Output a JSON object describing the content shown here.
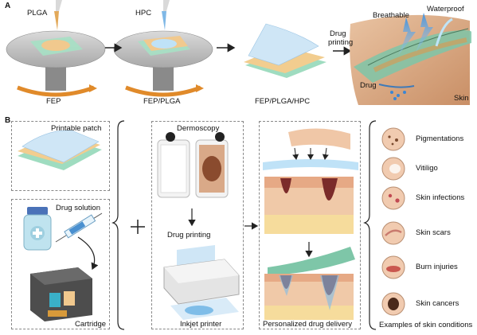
{
  "panel_a": {
    "letter": "A",
    "plga": "PLGA",
    "hpc": "HPC",
    "fep": "FEP",
    "fep_plga": "FEP/PLGA",
    "fep_plga_hpc": "FEP/PLGA/HPC",
    "drug_printing_1": "Drug",
    "drug_printing_2": "printing",
    "breathable": "Breathable",
    "waterproof": "Waterproof",
    "drug": "Drug",
    "skin": "Skin"
  },
  "panel_b": {
    "letter": "B",
    "printable_patch": "Printable patch",
    "drug_solution": "Drug solution",
    "cartridge": "Cartridge",
    "plus": "+",
    "dermoscopy": "Dermoscopy",
    "drug_printing": "Drug printing",
    "inkjet_printer": "Inkjet printer",
    "personalized": "Personalized drug delivery",
    "conditions_title": "Examples of skin conditions",
    "conditions": [
      "Pigmentations",
      "Vitiligo",
      "Skin infections",
      "Skin scars",
      "Burn injuries",
      "Skin cancers"
    ]
  }
}
